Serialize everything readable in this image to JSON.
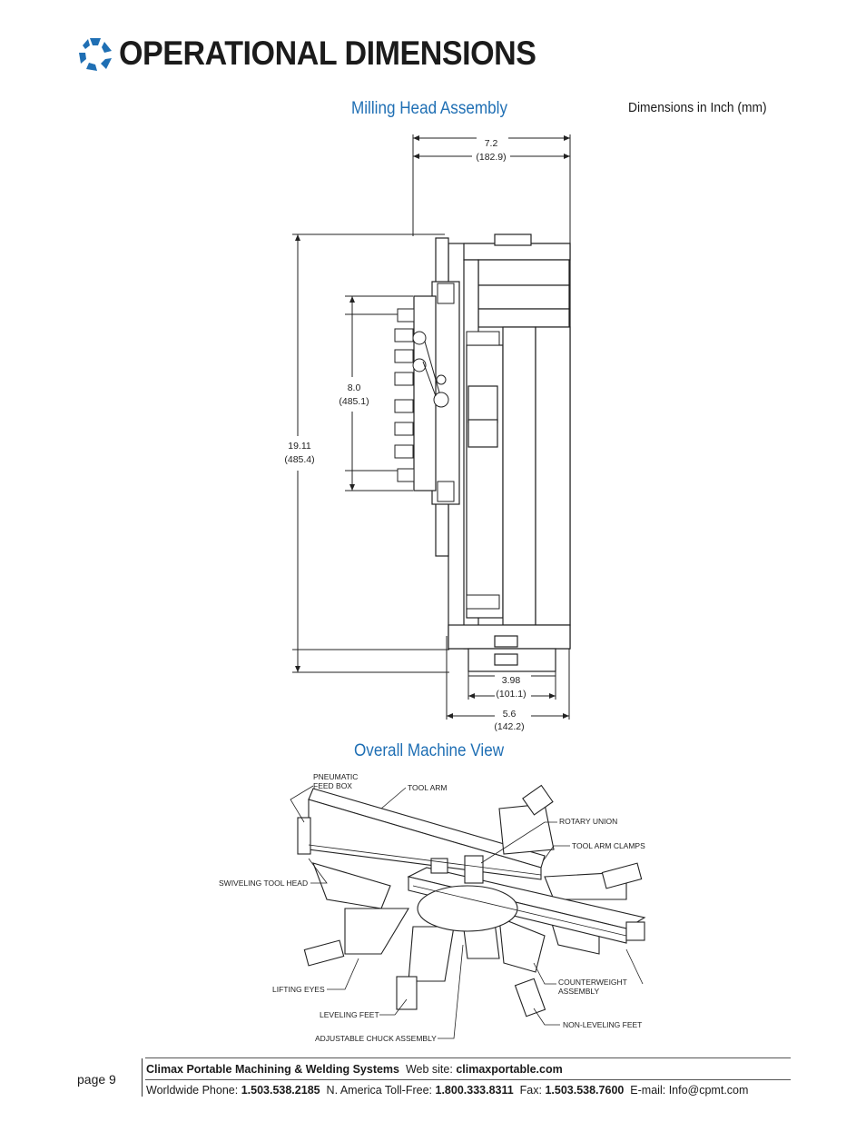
{
  "header": {
    "title": "OPERATIONAL DIMENSIONS",
    "logo_icon": "climax-logo-icon",
    "logo_color": "#1f6fb4"
  },
  "milling_head": {
    "title": "Milling Head Assembly",
    "units_note": "Dimensions in Inch (mm)",
    "dims": {
      "width_top": "7.2",
      "width_top_mm": "(182.9)",
      "height_total": "19.11",
      "height_total_mm": "(485.4)",
      "height_inner": "8.0",
      "height_inner_mm": "(485.1)",
      "width_bottom_inner": "3.98",
      "width_bottom_inner_mm": "(101.1)",
      "width_bottom_outer": "5.6",
      "width_bottom_outer_mm": "(142.2)"
    }
  },
  "overall_view": {
    "title": "Overall Machine View",
    "callouts": {
      "pneumatic_1": "PNEUMATIC",
      "pneumatic_2": "FEED BOX",
      "tool_arm": "TOOL ARM",
      "rotary_union": "ROTARY UNION",
      "tool_arm_clamps": "TOOL ARM CLAMPS",
      "swiveling_tool_head": "SWIVELING TOOL HEAD",
      "counterweight_1": "COUNTERWEIGHT",
      "counterweight_2": "ASSEMBLY",
      "lifting_eyes": "LIFTING EYES",
      "leveling_feet": "LEVELING FEET",
      "non_leveling_feet": "NON-LEVELING FEET",
      "adjustable_chuck": "ADJUSTABLE CHUCK ASSEMBLY"
    }
  },
  "footer": {
    "page": "page 9",
    "company": "Climax Portable Machining & Welding Systems",
    "website_label": "Web site:",
    "website": "climaxportable.com",
    "phone_label": "Worldwide Phone:",
    "phone": "1.503.538.2185",
    "tollfree_label": "N. America Toll-Free:",
    "tollfree": "1.800.333.8311",
    "fax_label": "Fax:",
    "fax": "1.503.538.7600",
    "email_label": "E-mail:",
    "email": "Info@cpmt.com"
  }
}
